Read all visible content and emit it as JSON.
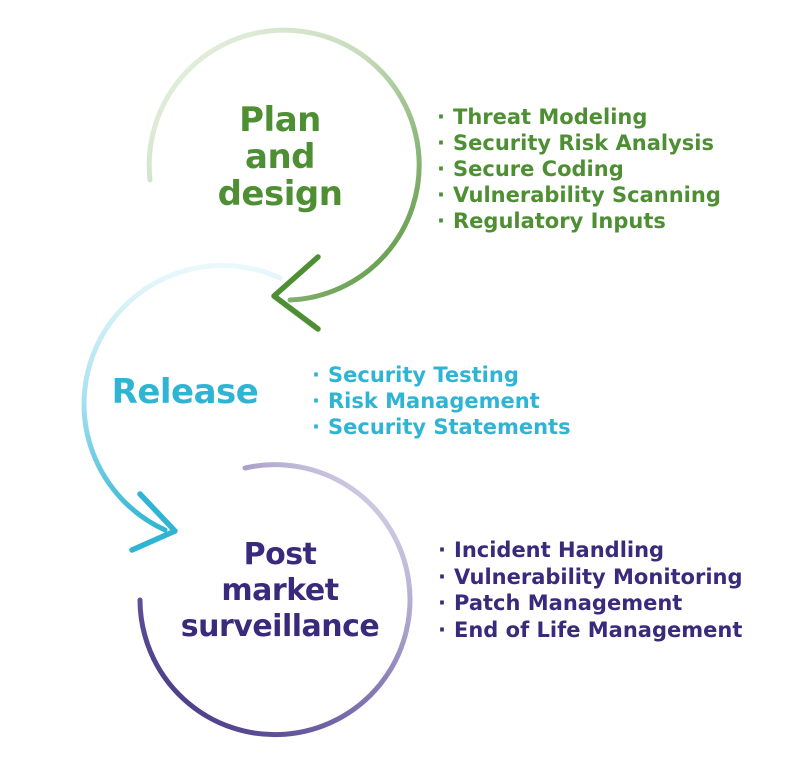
{
  "colors": {
    "plan": "#4e8f34",
    "plan_light": "#c9ddbf",
    "release": "#2fb5d3",
    "release_light": "#d4f0f7",
    "post": "#3a2a7c",
    "post_light": "#e2def0"
  },
  "stages": {
    "plan": {
      "title_lines": [
        "Plan",
        "and",
        "design"
      ],
      "bullets": [
        "Threat Modeling",
        "Security Risk Analysis",
        "Secure Coding",
        "Vulnerability Scanning",
        "Regulatory Inputs"
      ]
    },
    "release": {
      "title_lines": [
        "Release"
      ],
      "bullets": [
        "Security Testing",
        "Risk Management",
        "Security Statements"
      ]
    },
    "post": {
      "title_lines": [
        "Post",
        "market",
        "surveillance"
      ],
      "bullets": [
        "Incident Handling",
        "Vulnerability Monitoring",
        "Patch Management",
        "End of Life Management"
      ]
    }
  },
  "bullet_symbol": "·"
}
